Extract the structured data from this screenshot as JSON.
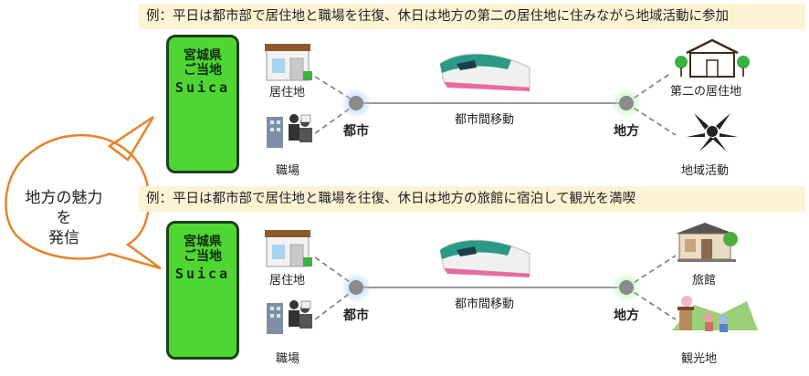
{
  "banners": [
    "例：平日は都市部で居住地と職場を往復、休日は地方の第二の居住地に住みながら地域活動に参加",
    "例：平日は都市部で居住地と職場を往復、休日は地方の旅館に宿泊して観光を満喫"
  ],
  "speech": {
    "line1": "地方の魅力を",
    "line2": "発信"
  },
  "card": {
    "line1": "宮城県",
    "line2": "ご当地",
    "line3": "Suica"
  },
  "common": {
    "home": "居住地",
    "work": "職場",
    "city": "都市",
    "rural": "地方",
    "travel": "都市間移動"
  },
  "row1": {
    "dest1": "第二の居住地",
    "dest2": "地域活動"
  },
  "row2": {
    "dest1": "旅館",
    "dest2": "観光地"
  },
  "colors": {
    "card_green": "#4fd633",
    "banner_bg": "#fdf3d4",
    "speech_border": "#e8822a",
    "train_teal": "#2a9a86"
  }
}
